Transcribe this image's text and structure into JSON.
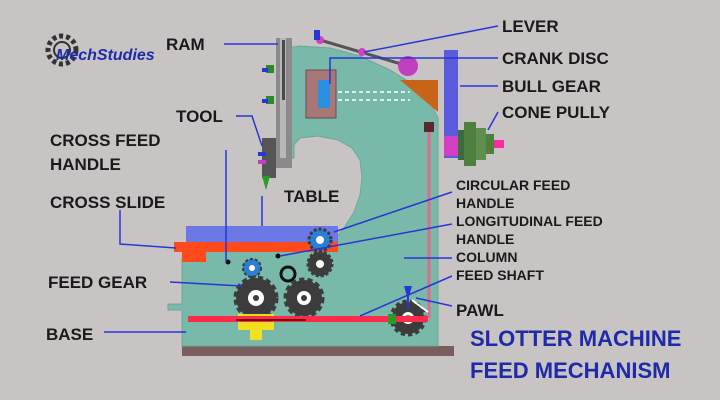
{
  "logo": {
    "text": "MechStudies"
  },
  "labels": {
    "ram": "RAM",
    "tool": "TOOL",
    "cross_feed_handle_1": "CROSS FEED",
    "cross_feed_handle_2": "HANDLE",
    "cross_slide": "CROSS SLIDE",
    "table": "TABLE",
    "feed_gear": "FEED GEAR",
    "base": "BASE",
    "lever": "LEVER",
    "crank_disc": "CRANK DISC",
    "bull_gear": "BULL GEAR",
    "cone_pully": "CONE PULLY",
    "circular_feed_1": "CIRCULAR FEED",
    "circular_feed_2": "HANDLE",
    "longitudinal_feed_1": "LONGITUDINAL FEED",
    "longitudinal_feed_2": "HANDLE",
    "column": "COLUMN",
    "feed_shaft": "FEED SHAFT",
    "pawl": "PAWL"
  },
  "title": {
    "line1": "SLOTTER MACHINE",
    "line2": "FEED MECHANISM"
  },
  "colors": {
    "background": "#c9c4c4",
    "body": "#78b9a9",
    "leader": "#2637d6",
    "title": "#1f2aa8",
    "table": "#6b78e6",
    "cross_slide": "#ff4a1c",
    "feed_shaft": "#ff2a4a",
    "gear": "#3c3c3c",
    "base_plate": "#7a5e5e"
  }
}
